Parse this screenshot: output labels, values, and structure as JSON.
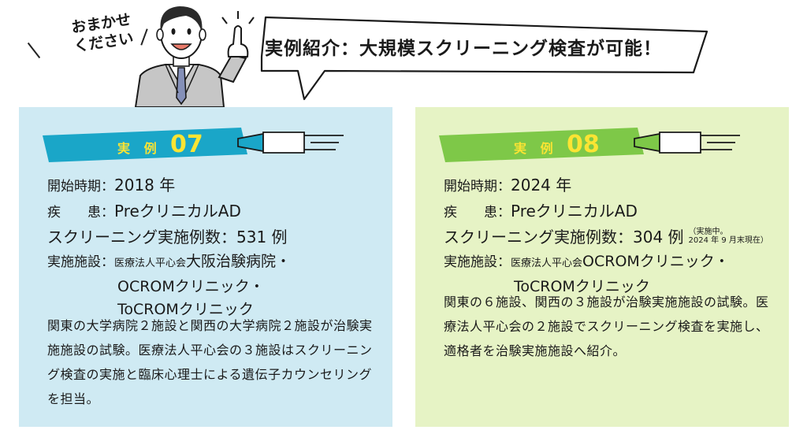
{
  "header": {
    "speech_left": [
      "おまかせ",
      "ください"
    ],
    "title": "実例紹介：大規模スクリーニング検査が可能！"
  },
  "colors": {
    "panel_07_bg": "#cfeaf3",
    "panel_08_bg": "#e6f3c5",
    "tag_07": "#1aa6c8",
    "tag_08": "#7ec848",
    "tag_text": "#fbe433"
  },
  "cases": [
    {
      "label": "実 例",
      "number": "07",
      "start_label": "開始時期：",
      "start_value": "2018 年",
      "disease_label": "疾　　患：",
      "disease_value": "PreクリニカルAD",
      "count_label": "スクリーニング実施例数：",
      "count_value": "531 例",
      "facility_label": "実施施設：",
      "facility_org": "医療法人平心会",
      "facilities": [
        "大阪治験病院・",
        "OCROMクリニック・",
        "ToCROMクリニック"
      ],
      "description": "関東の大学病院２施設と関西の大学病院２施設が治験実施施設の試験。医療法人平心会の３施設はスクリーニング検査の実施と臨床心理士による遺伝子カウンセリングを担当。"
    },
    {
      "label": "実 例",
      "number": "08",
      "start_label": "開始時期：",
      "start_value": "2024 年",
      "disease_label": "疾　　患：",
      "disease_value": "PreクリニカルAD",
      "count_label": "スクリーニング実施例数：",
      "count_value": "304 例",
      "count_note": [
        "（実施中。",
        "2024 年 9 月末現在）"
      ],
      "facility_label": "実施施設：",
      "facility_org": "医療法人平心会",
      "facilities": [
        "OCROMクリニック・",
        "ToCROMクリニック"
      ],
      "description": "関東の６施設、関西の３施設が治験実施施設の試験。医療法人平心会の２施設でスクリーニング検査を実施し、適格者を治験実施施設へ紹介。"
    }
  ]
}
